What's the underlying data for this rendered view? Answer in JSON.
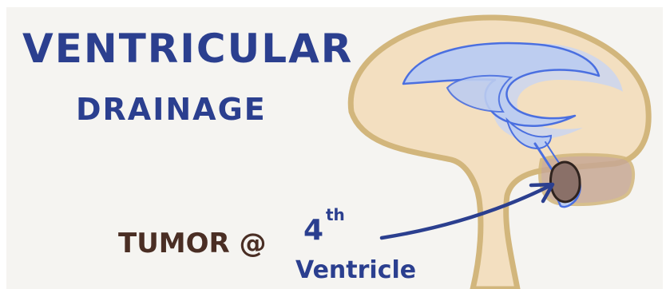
{
  "title": {
    "line1": "VENTRICULAR",
    "line2": "DRAINAGE"
  },
  "labels": {
    "tumor": "TUMOR @",
    "ventricle_number": "4",
    "ventricle_suffix": "th",
    "ventricle_word": "Ventricle"
  },
  "colors": {
    "ink_blue": "#2b3f8f",
    "ink_brown": "#4a2e24",
    "brain_fill": "#f3dfc0",
    "brain_outline": "#d2b67c",
    "ventricle_fill": "#bdcdf0",
    "ventricle_line": "#4a6fe0",
    "cerebellum_fill": "#c8a894",
    "tumor_fill": "#8a7068",
    "tumor_outline": "#2f231e"
  }
}
